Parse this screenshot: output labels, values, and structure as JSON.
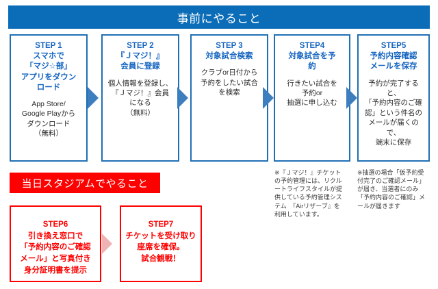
{
  "banners": {
    "pre_event": "事前にやること",
    "day_of": "当日スタジアムでやること"
  },
  "colors": {
    "banner_blue": "#0b6cb7",
    "banner_red": "#fd0000",
    "box_border_blue": "#1f6fb5",
    "box_border_red": "#fd0000",
    "step_title_blue": "#1565c0",
    "step_title_red": "#fd0000",
    "arrow_blue": "#3d7ebf",
    "arrow_pink": "#efb3b3"
  },
  "pre_event_steps": [
    {
      "title": "STEP 1\nスマホで\n「マジ☆部」\nアプリをダウン\nロード",
      "body": "App Store/\nGoogle Playから\nダウンロード\n（無料）"
    },
    {
      "title": "STEP 2\n『Ｊマジ！』\n会員に登録",
      "body": "個人情報を登録し、\n『Ｊマジ！』会員\nになる\n（無料）"
    },
    {
      "title": "STEP 3\n対象試合検索",
      "body": "クラブor日付から\n予約をしたい試合\nを検索"
    },
    {
      "title": "STEP4\n対象試合を予\n約",
      "body": "行きたい試合を\n予約or\n抽選に申し込む"
    },
    {
      "title": "STEP5\n予約内容確認\nメールを保存",
      "body": "予約が完了すると、\n「予約内容のご確\n認」という件名の\nメールが届くので、\n端末に保存"
    }
  ],
  "footnotes": {
    "step4_note": "※『Ｊマジ！』チケットの予約管理には、リクルートライフスタイルが提供している予約管理システム　『Airリザーブ』を利用しています。",
    "step5_note": "※抽選の場合「仮予約受付完了のご確認メール」が届き、当選者にのみ「予約内容のご確認」メールが届きます"
  },
  "day_of_steps": [
    {
      "title": "STEP6\n引き換え窓口で\n「予約内容のご確認\nメール」と写真付き\n身分証明書を提示"
    },
    {
      "title": "STEP7\nチケットを受け取り\n座席を確保。\n試合観戦！"
    }
  ]
}
